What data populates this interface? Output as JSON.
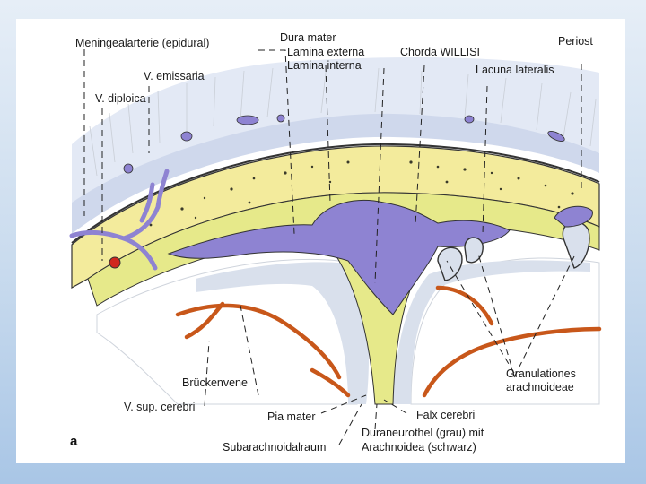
{
  "figure": {
    "panel_letter": "a",
    "labels": {
      "meningealarterie": "Meningealarterie (epidural)",
      "dura_mater": "Dura mater",
      "lamina_externa": "Lamina externa",
      "lamina_interna": "Lamina interna",
      "chorda_willisi": "Chorda WILLISI",
      "periost": "Periost",
      "v_emissaria": "V. emissaria",
      "lacuna_lateralis": "Lacuna lateralis",
      "v_diploica": "V. diploica",
      "granulationes_1": "Granulationes",
      "granulationes_2": "arachnoideae",
      "brueckenvene": "Brückenvene",
      "v_sup_cerebri": "V. sup. cerebri",
      "pia_mater": "Pia mater",
      "falx_cerebri": "Falx cerebri",
      "duraneurothel_1": "Duraneurothel (grau) mit",
      "duraneurothel_2": "Arachnoidea (schwarz)",
      "subarachnoidalraum": "Subarachnoidalraum"
    },
    "colors": {
      "background": "#c9dbee",
      "scalp": "#dfe6f3",
      "bone": "#f3eb9c",
      "dura": "#e6e98a",
      "sinus": "#8e83d2",
      "arachnoid": "#d9e0ec",
      "cortex_vessel": "#c8571a",
      "artery_red": "#d0281f",
      "leader": "#222222"
    }
  }
}
